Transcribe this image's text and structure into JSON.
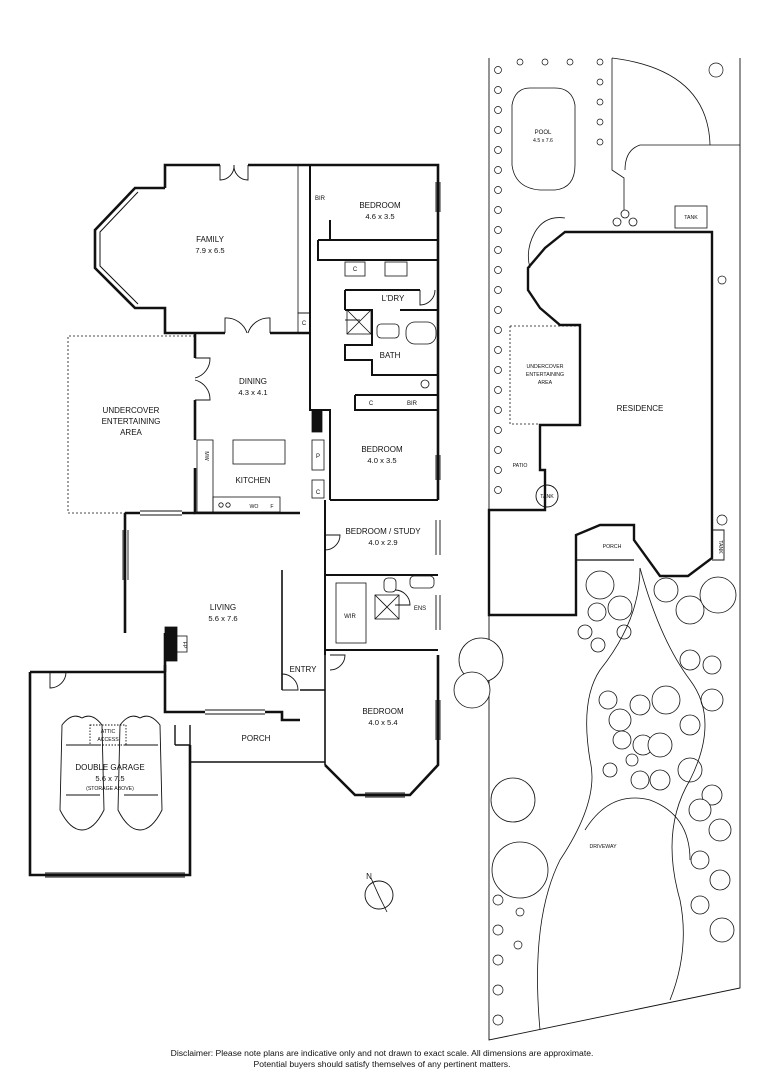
{
  "floorplan": {
    "rooms": {
      "family": {
        "name": "FAMILY",
        "dims": "7.9 x 6.5"
      },
      "bedroom1": {
        "name": "BEDROOM",
        "dims": "4.6 x 3.5"
      },
      "bir1": "BIR",
      "c_laundry": "C",
      "laundry": "L'DRY",
      "c_dining": "C",
      "bath": "BATH",
      "undercover": {
        "line1": "UNDERCOVER",
        "line2": "ENTERTAINING",
        "line3": "AREA"
      },
      "dining": {
        "name": "DINING",
        "dims": "4.3 x 4.1"
      },
      "c_hall": "C",
      "bir2": "BIR",
      "bedroom2": {
        "name": "BEDROOM",
        "dims": "4.0 x 3.5"
      },
      "pantry": "P",
      "mw": "MW",
      "kitchen": "KITCHEN",
      "wo": "WO",
      "fridge": "F",
      "c_hall2": "C",
      "bedroom_study": {
        "name": "BEDROOM / STUDY",
        "dims": "4.0 x 2.9"
      },
      "living": {
        "name": "LIVING",
        "dims": "5.6 x 7.6"
      },
      "wir": "WIR",
      "ens": "ENS",
      "fp": "FP",
      "entry": "ENTRY",
      "attic": {
        "line1": "ATTIC",
        "line2": "ACCESS"
      },
      "garage": {
        "name": "DOUBLE GARAGE",
        "dims": "5.6 x 7.5",
        "note": "(STORAGE ABOVE)"
      },
      "porch": "PORCH",
      "bedroom3": {
        "name": "BEDROOM",
        "dims": "4.0 x 5.4"
      }
    },
    "compass": "N"
  },
  "siteplan": {
    "pool": {
      "name": "POOL",
      "dims": "4.5 x 7.6"
    },
    "tank_top": "TANK",
    "undercover": {
      "line1": "UNDERCOVER",
      "line2": "ENTERTAINING",
      "line3": "AREA"
    },
    "residence": "RESIDENCE",
    "patio": "PATIO",
    "tank_patio": "TANK",
    "porch": "PORCH",
    "tank_side": "TANK",
    "driveway": "DRIVEWAY"
  },
  "disclaimer": {
    "line1": "Disclaimer: Please note plans are indicative only and not drawn to exact scale. All dimensions are approximate.",
    "line2": "Potential buyers should satisfy themselves of any pertinent matters."
  }
}
